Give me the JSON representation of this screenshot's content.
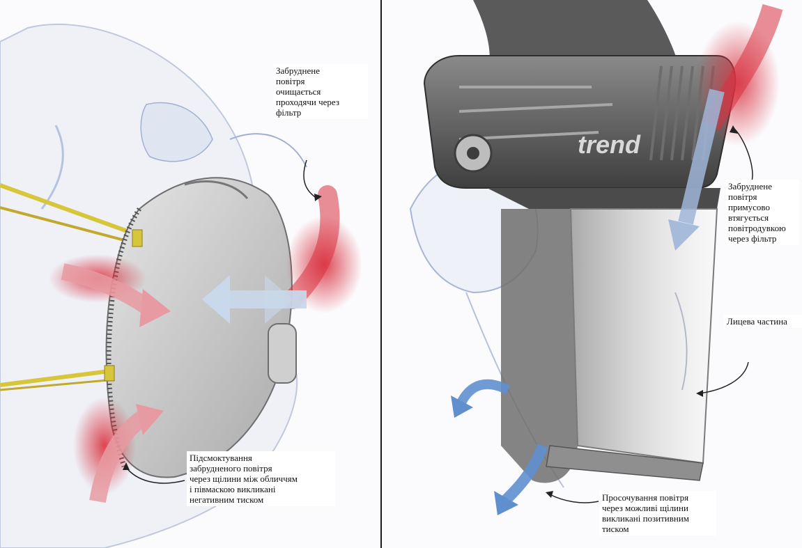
{
  "diagram": {
    "panels": [
      {
        "id": "half-mask",
        "labels": [
          {
            "key": "filtered_air",
            "text": "Забруднене\nповітря\nочищається\nпроходячи через\nфільтр"
          },
          {
            "key": "leak_inward",
            "text": "Підсмоктування\nзабрудненого повітря\nчерез щілини між обличчям\nі півмаскою викликані\nнегативним  тиском"
          }
        ]
      },
      {
        "id": "powered-visor",
        "brand": "trend",
        "labels": [
          {
            "key": "forced_air",
            "text": "Забруднене\nповітря\nпримусово\nвтягується\nповітродувкою\nчерез фільтр"
          },
          {
            "key": "face_part",
            "text": "Лицева частина"
          },
          {
            "key": "leak_outward",
            "text": "Просочування повітря\nчерез можливі щілини\nвикликані позитивним\nтиском"
          }
        ]
      }
    ],
    "colors": {
      "contaminated_air": "#d9323f",
      "clean_air": "#7fa8d6",
      "leak_out_arrow": "#5f8fcf",
      "strap": "#d8c63a",
      "mask_grey": "#c9c9c9",
      "divider": "#1a1a1a"
    }
  }
}
